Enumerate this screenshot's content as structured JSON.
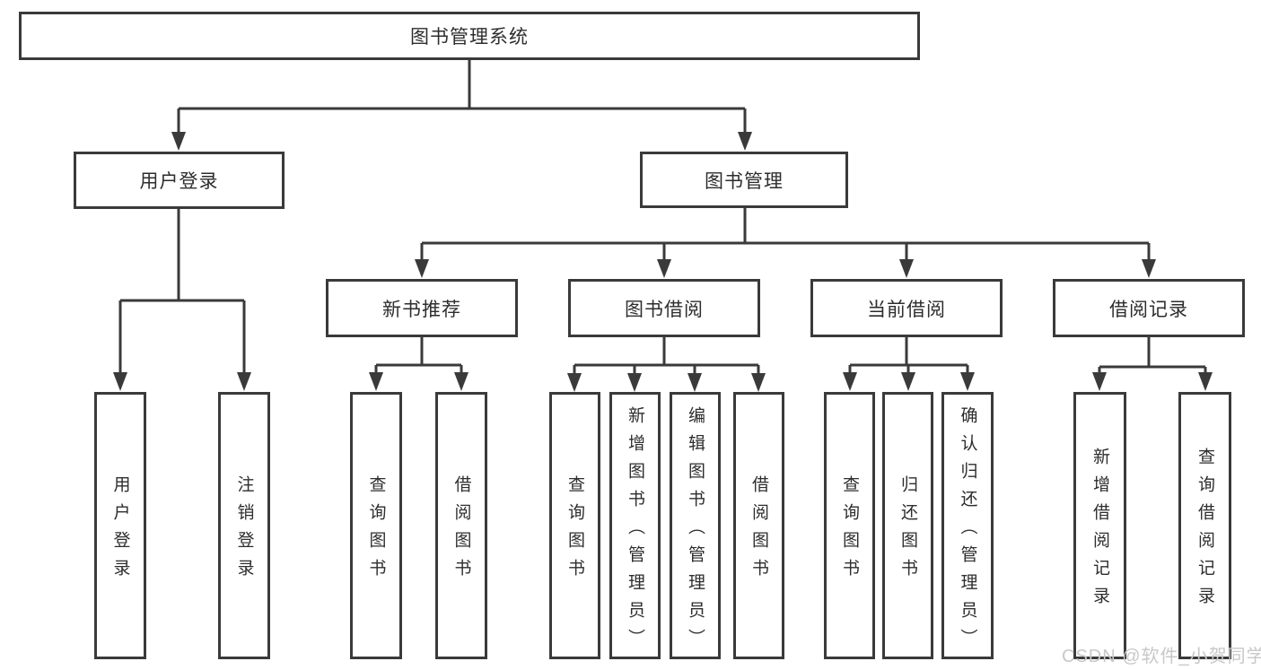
{
  "tree": {
    "label": "图书管理系统",
    "children": [
      {
        "label": "用户登录",
        "children": [
          {
            "label": "用户登录"
          },
          {
            "label": "注销登录"
          }
        ]
      },
      {
        "label": "图书管理",
        "children": [
          {
            "label": "新书推荐",
            "children": [
              {
                "label": "查询图书"
              },
              {
                "label": "借阅图书"
              }
            ]
          },
          {
            "label": "图书借阅",
            "children": [
              {
                "label": "查询图书"
              },
              {
                "label": "新增图书（管理员）"
              },
              {
                "label": "编辑图书（管理员）"
              },
              {
                "label": "借阅图书"
              }
            ]
          },
          {
            "label": "当前借阅",
            "children": [
              {
                "label": "查询图书"
              },
              {
                "label": "归还图书"
              },
              {
                "label": "确认归还（管理员）"
              }
            ]
          },
          {
            "label": "借阅记录",
            "children": [
              {
                "label": "新增借阅记录"
              },
              {
                "label": "查询借阅记录"
              }
            ]
          }
        ]
      }
    ]
  },
  "watermark": "CSDN @软件_小贺同学",
  "colors": {
    "line": "#3a3a3a",
    "box_border": "#3a3a3a",
    "text": "#2d2d2d",
    "background": "#ffffff",
    "watermark": "#c8c8c8"
  }
}
